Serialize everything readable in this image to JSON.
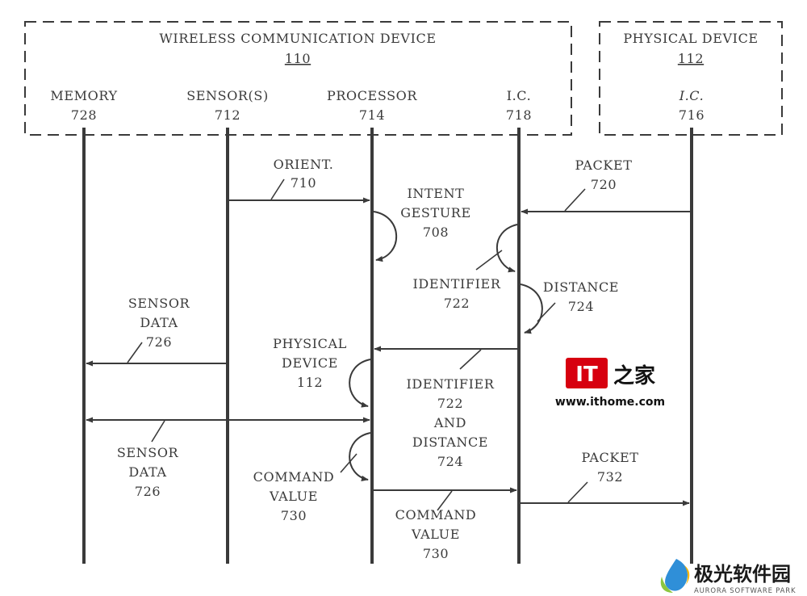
{
  "boxes": {
    "wireless": {
      "title": "WIRELESS COMMUNICATION DEVICE",
      "ref": "110"
    },
    "physical": {
      "title": "PHYSICAL DEVICE",
      "ref": "112"
    }
  },
  "components": {
    "memory": {
      "name": "MEMORY",
      "ref": "728"
    },
    "sensors": {
      "name": "SENSOR(S)",
      "ref": "712"
    },
    "processor": {
      "name": "PROCESSOR",
      "ref": "714"
    },
    "ic_wireless": {
      "name": "I.C.",
      "ref": "718"
    },
    "ic_physical": {
      "name": "I.C.",
      "ref": "716"
    }
  },
  "messages": {
    "orient": {
      "line1": "ORIENT.",
      "line2": "710"
    },
    "packet720": {
      "line1": "PACKET",
      "line2": "720"
    },
    "intent": {
      "line1": "INTENT",
      "line2": "GESTURE",
      "line3": "708"
    },
    "identifier722": {
      "line1": "IDENTIFIER",
      "line2": "722"
    },
    "distance724": {
      "line1": "DISTANCE",
      "line2": "724"
    },
    "sensor_data_1": {
      "line1": "SENSOR",
      "line2": "DATA",
      "line3": "726"
    },
    "physical_device": {
      "line1": "PHYSICAL",
      "line2": "DEVICE",
      "line3": "112"
    },
    "id_and_dist": {
      "line1": "IDENTIFIER",
      "line2": "722",
      "line3": "AND",
      "line4": "DISTANCE",
      "line5": "724"
    },
    "sensor_data_2": {
      "line1": "SENSOR",
      "line2": "DATA",
      "line3": "726"
    },
    "command_left": {
      "line1": "COMMAND",
      "line2": "VALUE",
      "line3": "730"
    },
    "packet732": {
      "line1": "PACKET",
      "line2": "732"
    },
    "command_bottom": {
      "line1": "COMMAND",
      "line2": "VALUE",
      "line3": "730"
    }
  },
  "watermarks": {
    "ithome_logo": "IT之家",
    "ithome_url": "www.ithome.com",
    "aurora_cn": "极光软件园",
    "aurora_en": "AURORA SOFTWARE PARK"
  },
  "colors": {
    "line": "#3a3a3a",
    "ithome_red": "#d7000f",
    "aurora_blue": "#2f8fd8",
    "aurora_green": "#8cc63f",
    "aurora_yellow": "#f6b400"
  }
}
